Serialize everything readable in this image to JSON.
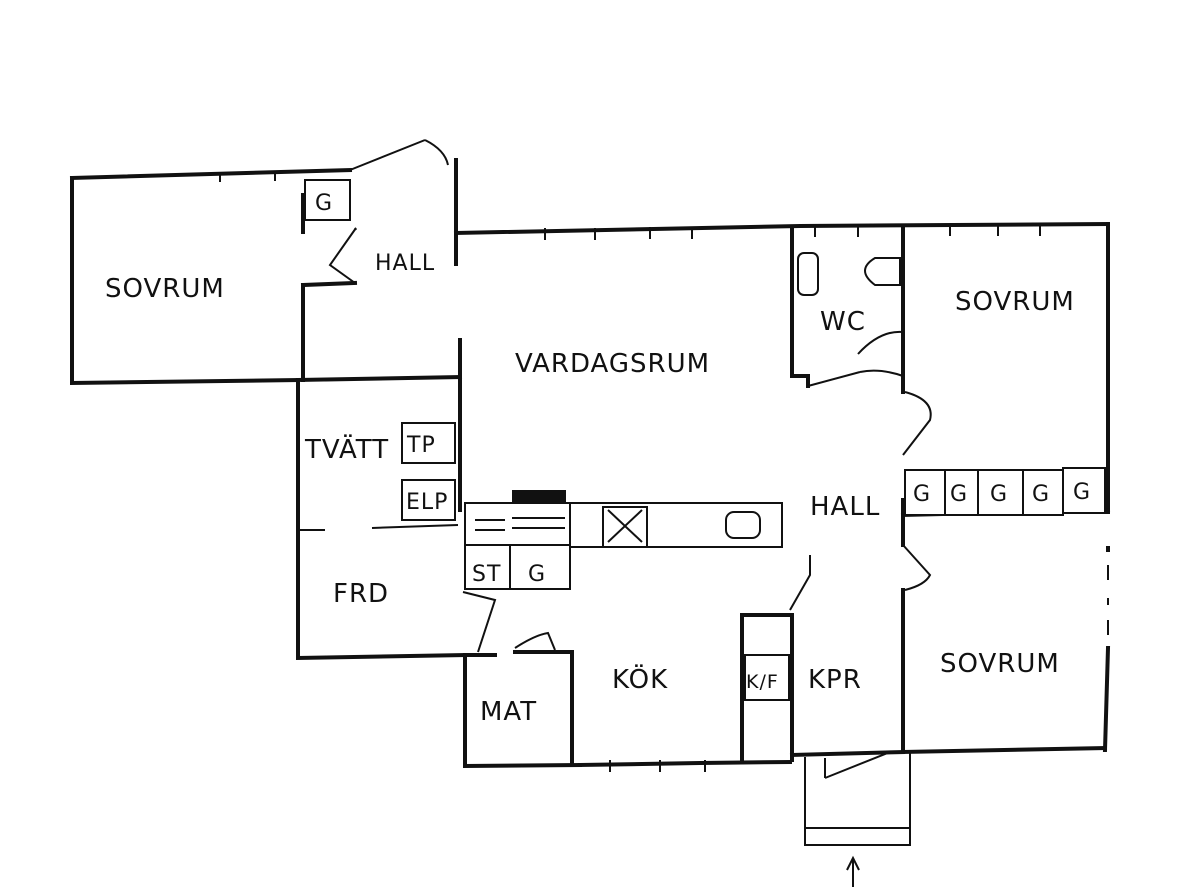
{
  "rooms": {
    "sovrum_west": "SOVRUM",
    "hall_north": "HALL",
    "vardagsrum": "VARDAGSRUM",
    "wc": "WC",
    "sovrum_ne": "SOVRUM",
    "tvatt": "TVÄTT",
    "frd": "FRD",
    "hall_east": "HALL",
    "kok": "KÖK",
    "kpr": "KPR",
    "mat": "MAT",
    "sovrum_se": "SOVRUM"
  },
  "fixtures": {
    "g_hall": "G",
    "tp": "TP",
    "elp": "ELP",
    "st": "ST",
    "g_kitchen": "G",
    "kf": "K/F",
    "wardrobes": [
      "G",
      "G",
      "G",
      "G",
      "G"
    ]
  }
}
